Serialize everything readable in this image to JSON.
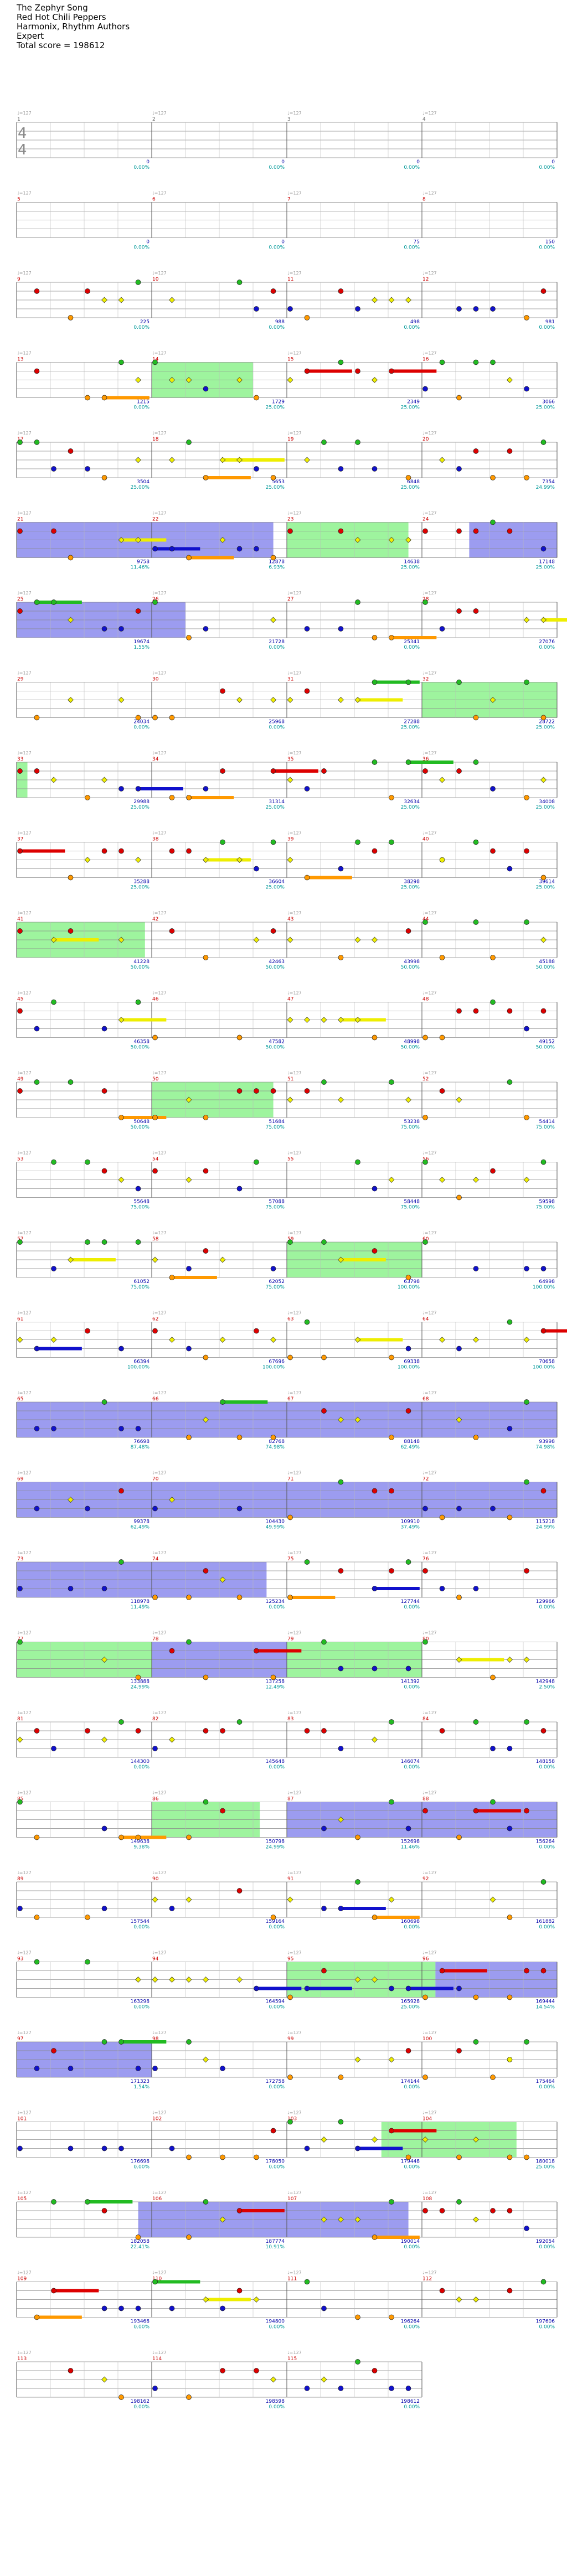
{
  "header": {
    "song_title": "The Zephyr Song",
    "artist": "Red Hot Chili Peppers",
    "charter": "Harmonix, Rhythm Authors",
    "difficulty": "Expert",
    "total_score_label": "Total score = 198612"
  },
  "chart_data": {
    "type": "guitar-hero-path-chart",
    "song": "The Zephyr Song",
    "total_score": 198612,
    "time_signature": "4/4",
    "tempo_label": "♩=127",
    "lane_colors": [
      "#22bb22",
      "#dd0000",
      "#eeee00",
      "#1111cc",
      "#ff9900"
    ],
    "starpower_color": "#66ee66",
    "activation_color": "#3333cc",
    "measures": [
      {
        "n": 1,
        "score": 0,
        "pct": "0.00%"
      },
      {
        "n": 2,
        "score": 0,
        "pct": "0.00%"
      },
      {
        "n": 3,
        "score": 0,
        "pct": "0.00%"
      },
      {
        "n": 4,
        "score": 0,
        "pct": "0.00%"
      },
      {
        "n": 5,
        "score": 0,
        "pct": "0.00%"
      },
      {
        "n": 6,
        "score": 0,
        "pct": "0.00%"
      },
      {
        "n": 7,
        "score": 75,
        "pct": "0.00%"
      },
      {
        "n": 8,
        "score": 150,
        "pct": "0.00%"
      },
      {
        "n": 9,
        "score": 225,
        "pct": "0.00%"
      },
      {
        "n": 10,
        "score": 988,
        "pct": "0.00%"
      },
      {
        "n": 11,
        "score": 498,
        "pct": "0.00%"
      },
      {
        "n": 12,
        "score": 981,
        "pct": "0.00%"
      },
      {
        "n": 13,
        "score": 1215,
        "pct": "0.00%"
      },
      {
        "n": 14,
        "score": 1729,
        "pct": "25.00%"
      },
      {
        "n": 15,
        "score": 2349,
        "pct": "25.00%"
      },
      {
        "n": 16,
        "score": 3066,
        "pct": "25.00%"
      },
      {
        "n": 17,
        "score": 3504,
        "pct": "25.00%"
      },
      {
        "n": 18,
        "score": 5653,
        "pct": "25.00%"
      },
      {
        "n": 19,
        "score": 6848,
        "pct": "25.00%"
      },
      {
        "n": 20,
        "score": 7354,
        "pct": "24.99%"
      },
      {
        "n": 21,
        "score": 9758,
        "pct": "11.46%"
      },
      {
        "n": 22,
        "score": 12878,
        "pct": "6.93%"
      },
      {
        "n": 23,
        "score": 14638,
        "pct": "25.00%"
      },
      {
        "n": 24,
        "score": 17148,
        "pct": "25.00%"
      },
      {
        "n": 25,
        "score": 19674,
        "pct": "1.55%"
      },
      {
        "n": 26,
        "score": 21728,
        "pct": "0.00%"
      },
      {
        "n": 27,
        "score": 25341,
        "pct": "0.00%"
      },
      {
        "n": 28,
        "score": 27076,
        "pct": "0.00%"
      },
      {
        "n": 29,
        "score": 24034,
        "pct": "0.00%"
      },
      {
        "n": 30,
        "score": 25968,
        "pct": "0.00%"
      },
      {
        "n": 31,
        "score": 27288,
        "pct": "25.00%"
      },
      {
        "n": 32,
        "score": 28722,
        "pct": "25.00%"
      },
      {
        "n": 33,
        "score": 29988,
        "pct": "25.00%"
      },
      {
        "n": 34,
        "score": 31314,
        "pct": "25.00%"
      },
      {
        "n": 35,
        "score": 32634,
        "pct": "25.00%"
      },
      {
        "n": 36,
        "score": 34008,
        "pct": "25.00%"
      },
      {
        "n": 37,
        "score": 35288,
        "pct": "25.00%"
      },
      {
        "n": 38,
        "score": 36604,
        "pct": "25.00%"
      },
      {
        "n": 39,
        "score": 38298,
        "pct": "25.00%"
      },
      {
        "n": 40,
        "score": 39614,
        "pct": "25.00%"
      },
      {
        "n": 41,
        "score": 41228,
        "pct": "50.00%"
      },
      {
        "n": 42,
        "score": 42463,
        "pct": "50.00%"
      },
      {
        "n": 43,
        "score": 43998,
        "pct": "50.00%"
      },
      {
        "n": 44,
        "score": 45188,
        "pct": "50.00%"
      },
      {
        "n": 45,
        "score": 46358,
        "pct": "50.00%"
      },
      {
        "n": 46,
        "score": 47582,
        "pct": "50.00%"
      },
      {
        "n": 47,
        "score": 48998,
        "pct": "50.00%"
      },
      {
        "n": 48,
        "score": 49152,
        "pct": "50.00%"
      },
      {
        "n": 49,
        "score": 50648,
        "pct": "50.00%"
      },
      {
        "n": 50,
        "score": 51684,
        "pct": "75.00%"
      },
      {
        "n": 51,
        "score": 53238,
        "pct": "75.00%"
      },
      {
        "n": 52,
        "score": 54414,
        "pct": "75.00%"
      },
      {
        "n": 53,
        "score": 55648,
        "pct": "75.00%"
      },
      {
        "n": 54,
        "score": 57088,
        "pct": "75.00%"
      },
      {
        "n": 55,
        "score": 58448,
        "pct": "75.00%"
      },
      {
        "n": 56,
        "score": 59598,
        "pct": "75.00%"
      },
      {
        "n": 57,
        "score": 61052,
        "pct": "75.00%"
      },
      {
        "n": 58,
        "score": 62052,
        "pct": "75.00%"
      },
      {
        "n": 59,
        "score": 63798,
        "pct": "100.00%"
      },
      {
        "n": 60,
        "score": 64998,
        "pct": "100.00%"
      },
      {
        "n": 61,
        "score": 66394,
        "pct": "100.00%"
      },
      {
        "n": 62,
        "score": 67696,
        "pct": "100.00%"
      },
      {
        "n": 63,
        "score": 69338,
        "pct": "100.00%"
      },
      {
        "n": 64,
        "score": 70658,
        "pct": "100.00%"
      },
      {
        "n": 65,
        "score": 76698,
        "pct": "87.48%"
      },
      {
        "n": 66,
        "score": 82768,
        "pct": "74.98%"
      },
      {
        "n": 67,
        "score": 88148,
        "pct": "62.49%"
      },
      {
        "n": 68,
        "score": 93998,
        "pct": "74.98%"
      },
      {
        "n": 69,
        "score": 99378,
        "pct": "62.49%"
      },
      {
        "n": 70,
        "score": 104430,
        "pct": "49.99%"
      },
      {
        "n": 71,
        "score": 109910,
        "pct": "37.49%"
      },
      {
        "n": 72,
        "score": 115218,
        "pct": "24.99%"
      },
      {
        "n": 73,
        "score": 118978,
        "pct": "11.49%"
      },
      {
        "n": 74,
        "score": 125234,
        "pct": "0.00%"
      },
      {
        "n": 75,
        "score": 127744,
        "pct": "0.00%"
      },
      {
        "n": 76,
        "score": 129966,
        "pct": "0.00%"
      },
      {
        "n": 77,
        "score": 133888,
        "pct": "24.99%"
      },
      {
        "n": 78,
        "score": 137258,
        "pct": "12.49%"
      },
      {
        "n": 79,
        "score": 141392,
        "pct": "0.00%"
      },
      {
        "n": 80,
        "score": 142948,
        "pct": "2.50%"
      },
      {
        "n": 81,
        "score": 144300,
        "pct": "0.00%"
      },
      {
        "n": 82,
        "score": 145648,
        "pct": "0.00%"
      },
      {
        "n": 83,
        "score": 146074,
        "pct": "0.00%"
      },
      {
        "n": 84,
        "score": 148158,
        "pct": "0.00%"
      },
      {
        "n": 85,
        "score": 149638,
        "pct": "9.38%"
      },
      {
        "n": 86,
        "score": 150798,
        "pct": "24.99%"
      },
      {
        "n": 87,
        "score": 152698,
        "pct": "11.46%"
      },
      {
        "n": 88,
        "score": 156264,
        "pct": "0.00%"
      },
      {
        "n": 89,
        "score": 157544,
        "pct": "0.00%"
      },
      {
        "n": 90,
        "score": 159164,
        "pct": "0.00%"
      },
      {
        "n": 91,
        "score": 160698,
        "pct": "0.00%"
      },
      {
        "n": 92,
        "score": 161882,
        "pct": "0.00%"
      },
      {
        "n": 93,
        "score": 163298,
        "pct": "0.00%"
      },
      {
        "n": 94,
        "score": 164594,
        "pct": "0.00%"
      },
      {
        "n": 95,
        "score": 165928,
        "pct": "25.00%"
      },
      {
        "n": 96,
        "score": 169444,
        "pct": "14.54%"
      },
      {
        "n": 97,
        "score": 171323,
        "pct": "1.54%"
      },
      {
        "n": 98,
        "score": 172758,
        "pct": "0.00%"
      },
      {
        "n": 99,
        "score": 174144,
        "pct": "0.00%"
      },
      {
        "n": 100,
        "score": 175464,
        "pct": "0.00%"
      },
      {
        "n": 101,
        "score": 176698,
        "pct": "0.00%"
      },
      {
        "n": 102,
        "score": 178050,
        "pct": "0.00%"
      },
      {
        "n": 103,
        "score": 179448,
        "pct": "0.00%"
      },
      {
        "n": 104,
        "score": 180018,
        "pct": "25.00%"
      },
      {
        "n": 105,
        "score": 182058,
        "pct": "22.41%"
      },
      {
        "n": 106,
        "score": 187774,
        "pct": "10.91%"
      },
      {
        "n": 107,
        "score": 190014,
        "pct": "0.00%"
      },
      {
        "n": 108,
        "score": 192054,
        "pct": "0.00%"
      },
      {
        "n": 109,
        "score": 193468,
        "pct": "0.00%"
      },
      {
        "n": 110,
        "score": 194800,
        "pct": "0.00%"
      },
      {
        "n": 111,
        "score": 196264,
        "pct": "0.00%"
      },
      {
        "n": 112,
        "score": 197606,
        "pct": "0.00%"
      },
      {
        "n": 113,
        "score": 198162,
        "pct": "0.00%"
      },
      {
        "n": 114,
        "score": 198598,
        "pct": "0.00%"
      },
      {
        "n": 115,
        "score": 198612,
        "pct": "0.00%"
      }
    ],
    "highlights": [
      {
        "kind": "starpower",
        "start": 14,
        "end": 14.75
      },
      {
        "kind": "activation",
        "start": 21,
        "end": 22.9
      },
      {
        "kind": "starpower",
        "start": 23,
        "end": 23.9
      },
      {
        "kind": "activation",
        "start": 24.35,
        "end": 25
      },
      {
        "kind": "activation",
        "start": 25,
        "end": 26.25
      },
      {
        "kind": "starpower",
        "start": 32,
        "end": 33
      },
      {
        "kind": "starpower",
        "start": 33,
        "end": 33.08
      },
      {
        "kind": "starpower",
        "start": 41,
        "end": 41.95
      },
      {
        "kind": "starpower",
        "start": 50,
        "end": 50.9
      },
      {
        "kind": "starpower",
        "start": 59,
        "end": 60
      },
      {
        "kind": "activation",
        "start": 65,
        "end": 68
      },
      {
        "kind": "activation",
        "start": 68,
        "end": 69
      },
      {
        "kind": "activation",
        "start": 69,
        "end": 73
      },
      {
        "kind": "activation",
        "start": 73,
        "end": 74.85
      },
      {
        "kind": "starpower",
        "start": 77,
        "end": 78
      },
      {
        "kind": "activation",
        "start": 78,
        "end": 79
      },
      {
        "kind": "starpower",
        "start": 79,
        "end": 80
      },
      {
        "kind": "starpower",
        "start": 86,
        "end": 86.8
      },
      {
        "kind": "activation",
        "start": 87,
        "end": 89
      },
      {
        "kind": "starpower",
        "start": 95,
        "end": 96.1
      },
      {
        "kind": "activation",
        "start": 96.1,
        "end": 97
      },
      {
        "kind": "activation",
        "start": 97,
        "end": 98
      },
      {
        "kind": "starpower",
        "start": 103.7,
        "end": 104.7
      },
      {
        "kind": "activation",
        "start": 105.9,
        "end": 107.9
      }
    ]
  }
}
